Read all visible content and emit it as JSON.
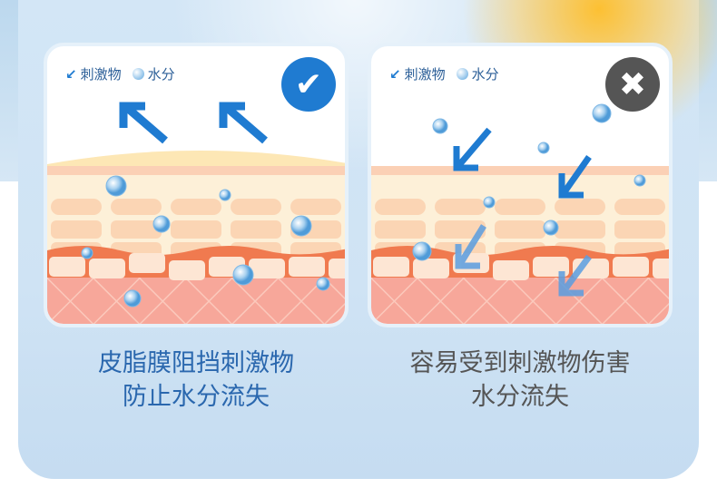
{
  "legend": {
    "irritant_label": "刺激物",
    "moisture_label": "水分",
    "irritant_icon": "arrow-down-left-icon",
    "moisture_icon": "water-droplet-icon"
  },
  "cards": [
    {
      "status": "check",
      "status_icon": "✔",
      "caption_lines": [
        "皮脂膜阻挡刺激物",
        "防止水分流失"
      ],
      "caption_color": "#2a67ae",
      "badge_color": "#1f7bd1"
    },
    {
      "status": "cross",
      "status_icon": "✖",
      "caption_lines": [
        "容易受到刺激物伤害",
        "水分流失"
      ],
      "caption_color": "#555555",
      "badge_color": "#555555"
    }
  ],
  "colors": {
    "arrow": "#1f7bd1",
    "skin_top": "#fdebc7",
    "cells": "#fbd5b4",
    "basal": "#f07a4f",
    "dermis": "#f7a79a"
  }
}
